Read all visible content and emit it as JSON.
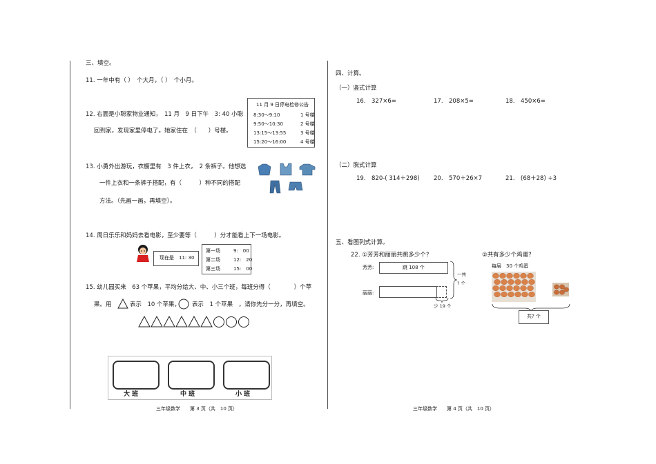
{
  "left_page": {
    "section_title": "三、填空。",
    "q11": "11. 一年中有（ ）　个大月，（ ）　个小月。",
    "q12": {
      "line1": "12. 右面是小聪家物业通知，　11 月　9 日下午　3: 40 小聪",
      "line2": "回到家，发现家里停电了。她家住在　（　　）号楼。",
      "notice_title": "11 月 9 日停电检修公告",
      "notice_rows": [
        {
          "time": "8:30～9:10",
          "building": "1 号楼"
        },
        {
          "time": "9:50～10:30",
          "building": "2 号楼"
        },
        {
          "time": "13:15～13:55",
          "building": "3 号楼"
        },
        {
          "time": "15:20～16:00",
          "building": "4 号楼"
        }
      ]
    },
    "q13": {
      "line1": "13. 小勇外出游玩，衣橱里有　3 件上衣，　2 条裤子。他想选",
      "line2": "一件上衣和一条裤子搭配，有（　　　）种不同的搭配",
      "line3": "方法。（先画一画，再填空）。"
    },
    "q14": {
      "line1": "14. 周日乐乐和妈妈去看电影，至少要等（　　　）分才能看上下一场电影。",
      "now_label": "现在是　11: 30",
      "schedule": [
        {
          "name": "第一场",
          "time": "9:　00"
        },
        {
          "name": "第二场",
          "time": "12:　20"
        },
        {
          "name": "第三场",
          "time": "15:　00"
        }
      ]
    },
    "q15": {
      "line1": "15. 幼儿园买来　63 个苹果，平均分给大、中、小三个班，每班分得（　　　　）个苹",
      "line2a": "果。用",
      "line2b": "表示　10 个苹果，",
      "line2c": "表示　1 个苹果　，请你先分一分，再填空。",
      "triangles": 6,
      "circles": 3,
      "class_labels": [
        "大 班",
        "中 班",
        "小 班"
      ]
    },
    "footer": "三年级数学　　第 3 页（共　10 页）"
  },
  "right_page": {
    "section4_title": "四、计算。",
    "sub1_title": "（一）竖式计算",
    "vertical_calc": [
      "16.　327×6=",
      "17.　208×5=",
      "18.　450×6="
    ],
    "sub2_title": "（二）脱式计算",
    "step_calc": [
      "19.　820-( 314＋298)",
      "20.　570＋26×7",
      "21.　(68＋28) ÷3"
    ],
    "section5_title": "五、看图列式计算。",
    "q22": {
      "title": "22. ①芳芳和丽丽共跳多少个?",
      "fang_label": "芳芳:",
      "fang_bar": "跳 108 个",
      "li_label": "丽丽:",
      "total_label_1": "一共",
      "total_label_2": "? 个",
      "less_label": "少 19 个"
    },
    "q22b": {
      "title": "②共有多少个鸡蛋?",
      "per_layer": "每层　30 个鸡蛋",
      "total": "共? 个"
    },
    "footer": "三年级数学　　第 4 页（共　10 页）"
  }
}
